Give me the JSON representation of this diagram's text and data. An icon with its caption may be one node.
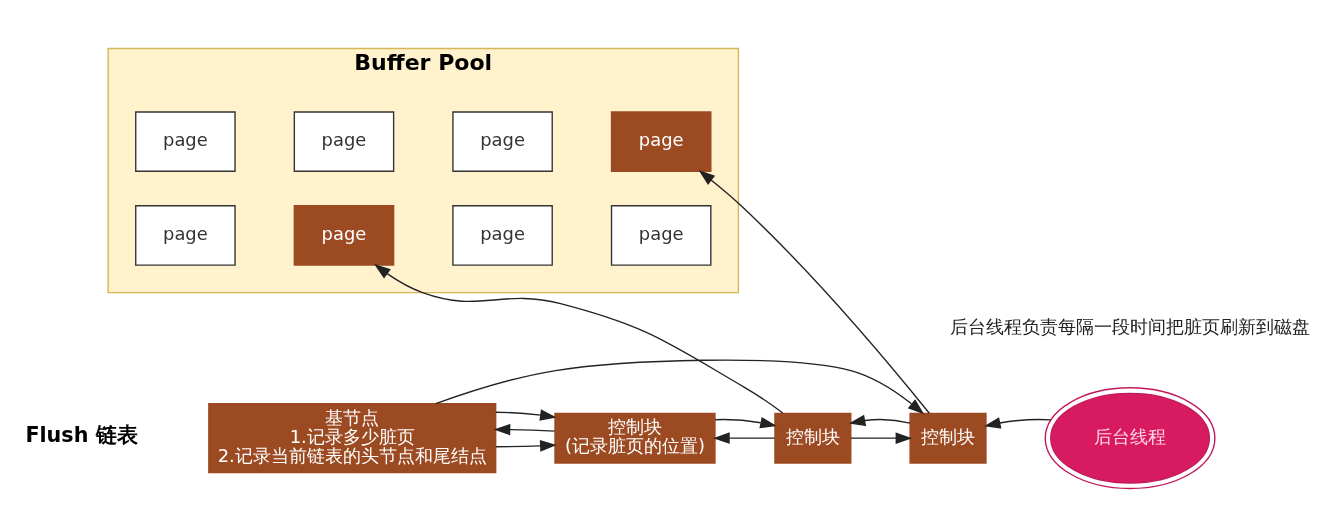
{
  "diagram": {
    "nodes": [
      {
        "text": [
          "Buffer Pool"
        ]
      },
      {
        "text": [
          "page"
        ],
        "in": 0
      },
      {
        "text": [
          "page"
        ],
        "in": 0
      },
      {
        "text": [
          "page"
        ],
        "in": 0
      },
      {
        "text": [
          "page"
        ],
        "in": 0
      },
      {
        "text": [
          "page"
        ],
        "in": 0
      },
      {
        "text": [
          "page"
        ],
        "in": 0
      },
      {
        "text": [
          "page"
        ],
        "in": 0
      },
      {
        "text": [
          "page"
        ],
        "in": 0
      },
      {
        "text": [
          "基节点",
          "1.记录多少脏页",
          "2.记录当前链表的头节点和尾结点"
        ]
      },
      {
        "text": [
          "控制块",
          "(记录脏页的位置)"
        ]
      },
      {
        "text": [
          "控制块"
        ]
      },
      {
        "text": [
          "控制块"
        ]
      },
      {
        "text": [
          "后台线程"
        ],
        "beside": [
          "后台线程负责每隔一段时间把脏页刷新到磁盘"
        ]
      }
    ],
    "edges": [
      {
        "from": 9,
        "to": 10,
        "arrow": "to"
      },
      {
        "from": 10,
        "to": 9,
        "arrow": "to"
      },
      {
        "from": 9,
        "to": 10,
        "arrow": "to"
      },
      {
        "from": 9,
        "to": 12,
        "arrow": "to"
      },
      {
        "from": 11,
        "to": 10,
        "arrow": "to"
      },
      {
        "from": 10,
        "to": 11,
        "arrow": "to"
      },
      {
        "from": 11,
        "to": 12,
        "arrow": "to"
      },
      {
        "from": 12,
        "to": 11,
        "arrow": "to"
      },
      {
        "from": 11,
        "to": 6,
        "arrow": "to"
      },
      {
        "from": 12,
        "to": 4,
        "arrow": "to"
      },
      {
        "from": 13,
        "to": 12,
        "arrow": "to"
      }
    ],
    "labels": [
      "Flush 链表"
    ]
  }
}
